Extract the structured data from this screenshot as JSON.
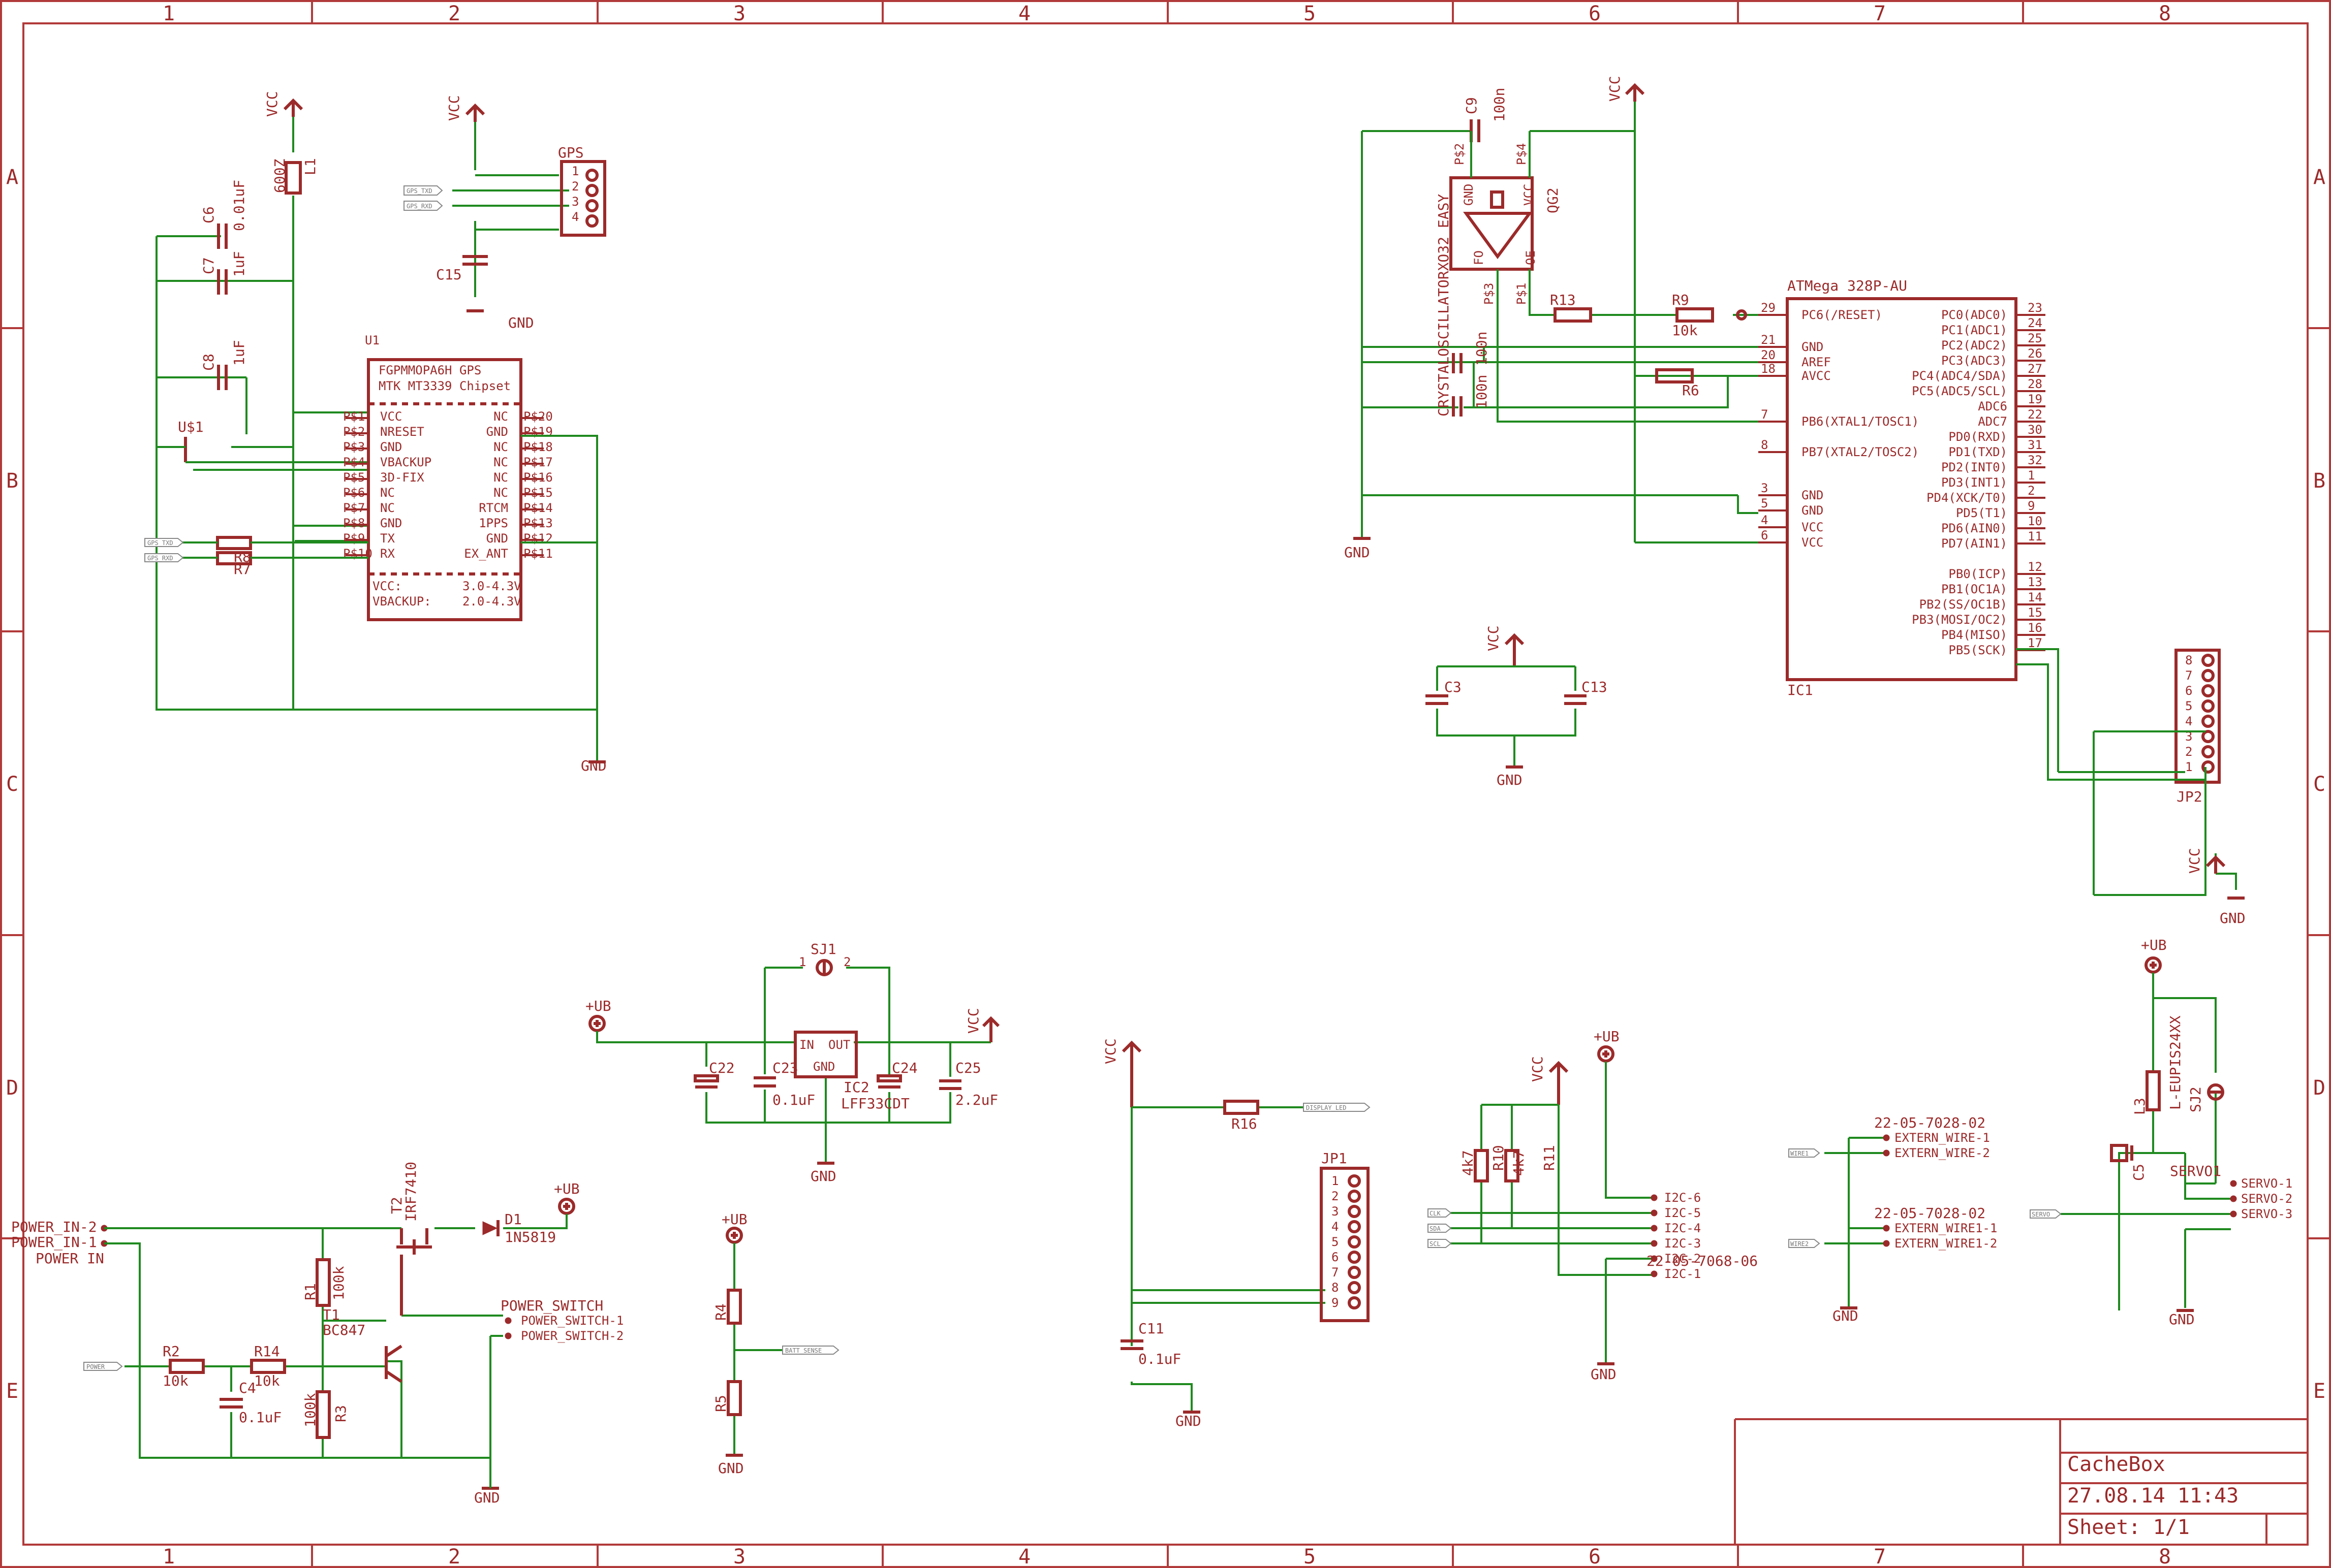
{
  "title_block": {
    "name": "CacheBox",
    "date": "27.08.14 11:43",
    "sheet": "Sheet: 1/1"
  },
  "grid": {
    "columns": [
      "1",
      "2",
      "3",
      "4",
      "5",
      "6",
      "7",
      "8"
    ],
    "rows": [
      "A",
      "B",
      "C",
      "D",
      "E"
    ]
  },
  "power": {
    "vcc": "VCC",
    "gnd": "GND",
    "ub": "+UB"
  },
  "gps_block": {
    "l1": "L1",
    "l1_val": "600Z",
    "c6": "C6",
    "c6_val": "0.01uF",
    "c7": "C7",
    "c7_val": "1uF",
    "c8": "C8",
    "c8_val": "1uF",
    "us1": "U$1",
    "u1": "U1",
    "r7": "R7",
    "r8": "R8",
    "c15": "C15",
    "gps_conn": "GPS",
    "gps_pins": [
      "1",
      "2",
      "3",
      "4"
    ],
    "gps_labels": [
      "GPS_TXD",
      "GPS_RXD"
    ],
    "ic_title1": "FGPMMOPA6H GPS",
    "ic_title2": "MTK MT3339 Chipset",
    "left_pins": [
      "P$1",
      "P$2",
      "P$3",
      "P$4",
      "P$5",
      "P$6",
      "P$7",
      "P$8",
      "P$9",
      "P$10"
    ],
    "left_names": [
      "VCC",
      "NRESET",
      "GND",
      "VBACKUP",
      "3D-FIX",
      "NC",
      "NC",
      "GND",
      "TX",
      "RX"
    ],
    "right_pins": [
      "P$20",
      "P$19",
      "P$18",
      "P$17",
      "P$16",
      "P$15",
      "P$14",
      "P$13",
      "P$12",
      "P$11"
    ],
    "right_names": [
      "NC",
      "GND",
      "NC",
      "NC",
      "NC",
      "NC",
      "RTCM",
      "1PPS",
      "GND",
      "EX_ANT"
    ],
    "vcc_spec": "VCC:",
    "vcc_range": "3.0-4.3V",
    "vbackup_spec": "VBACKUP:",
    "vbackup_range": "2.0-4.3V",
    "rx_labels": [
      "GPS_TXD",
      "GPS_RXD"
    ]
  },
  "mcu_block": {
    "name": "ATMega 328P-AU",
    "ref": "IC1",
    "left": [
      {
        "name": "PC6(/RESET)",
        "num": "29"
      },
      {
        "name": "GND",
        "num": "21"
      },
      {
        "name": "AREF",
        "num": "20"
      },
      {
        "name": "AVCC",
        "num": "18"
      },
      {
        "name": "PB6(XTAL1/TOSC1)",
        "num": "7"
      },
      {
        "name": "PB7(XTAL2/TOSC2)",
        "num": "8"
      },
      {
        "name": "GND",
        "num": "3"
      },
      {
        "name": "GND",
        "num": "5"
      },
      {
        "name": "VCC",
        "num": "4"
      },
      {
        "name": "VCC",
        "num": "6"
      }
    ],
    "right": [
      {
        "name": "PC0(ADC0)",
        "num": "23"
      },
      {
        "name": "PC1(ADC1)",
        "num": "24"
      },
      {
        "name": "PC2(ADC2)",
        "num": "25"
      },
      {
        "name": "PC3(ADC3)",
        "num": "26"
      },
      {
        "name": "PC4(ADC4/SDA)",
        "num": "27"
      },
      {
        "name": "PC5(ADC5/SCL)",
        "num": "28"
      },
      {
        "name": "ADC6",
        "num": "19"
      },
      {
        "name": "ADC7",
        "num": "22"
      },
      {
        "name": "PD0(RXD)",
        "num": "30"
      },
      {
        "name": "PD1(TXD)",
        "num": "31"
      },
      {
        "name": "PD2(INT0)",
        "num": "32"
      },
      {
        "name": "PD3(INT1)",
        "num": "1"
      },
      {
        "name": "PD4(XCK/T0)",
        "num": "2"
      },
      {
        "name": "PD5(T1)",
        "num": "9"
      },
      {
        "name": "PD6(AIN0)",
        "num": "10"
      },
      {
        "name": "PD7(AIN1)",
        "num": "11"
      },
      {
        "name": "PB0(ICP)",
        "num": "12"
      },
      {
        "name": "PB1(OC1A)",
        "num": "13"
      },
      {
        "name": "PB2(SS/OC1B)",
        "num": "14"
      },
      {
        "name": "PB3(MOSI/OC2)",
        "num": "15"
      },
      {
        "name": "PB4(MISO)",
        "num": "16"
      },
      {
        "name": "PB5(SCK)",
        "num": "17"
      }
    ],
    "c9": "C9",
    "c9_val": "100n",
    "qg2": "QG2",
    "osc_label": "CRYSTALOSCILLATORXO32_EASY",
    "osc_pins": [
      "P$2",
      "P$4",
      "P$1",
      "P$3"
    ],
    "osc_inner": [
      "GND",
      "VCC",
      "FO",
      "OE"
    ],
    "r13": "R13",
    "r9": "R9",
    "r9_val": "10k",
    "r6": "R6",
    "c_aref": "100n",
    "c_aref2": "100n",
    "c3": "C3",
    "c13": "C13",
    "jp2": "JP2",
    "jp2_pins": [
      "8",
      "7",
      "6",
      "5",
      "4",
      "3",
      "2",
      "1"
    ]
  },
  "regulator_block": {
    "sj1": "SJ1",
    "sj_pins": [
      "1",
      "2"
    ],
    "ic2": "IC2",
    "ic2_val": "LFF33CDT",
    "in": "IN",
    "out": "OUT",
    "gnd": "GND",
    "c22": "C22",
    "c23": "C23",
    "c23_val": "0.1uF",
    "c24": "C24",
    "c25": "C25",
    "c25_val": "2.2uF"
  },
  "power_in_block": {
    "conn": "POWER IN",
    "pins": [
      "POWER_IN-2",
      "POWER_IN-1"
    ],
    "t2": "T2",
    "t2_val": "IRF7410",
    "d1": "D1",
    "d1_val": "1N5819",
    "r1": "R1",
    "r1_val": "100k",
    "t1": "T1",
    "t1_val": "BC847",
    "r2": "R2",
    "r2_val": "10k",
    "r14": "R14",
    "r14_val": "10k",
    "c4": "C4",
    "c4_val": "0.1uF",
    "r3": "R3",
    "r3_val": "100k",
    "switch": "POWER_SWITCH",
    "switch_pins": [
      "POWER_SWITCH-1",
      "POWER_SWITCH-2"
    ]
  },
  "batt_block": {
    "r4": "R4",
    "r5": "R5"
  },
  "display_block": {
    "r16": "R16",
    "c11": "C11",
    "c11_val": "0.1uF",
    "jp1": "JP1",
    "jp1_pins": [
      "1",
      "2",
      "3",
      "4",
      "5",
      "6",
      "7",
      "8",
      "9"
    ]
  },
  "i2c_block": {
    "r10": "R10",
    "r10_val": "4k7",
    "r11": "R11",
    "r11_val": "4k7",
    "conn": "22-05-7068-06",
    "pins": [
      "I2C-6",
      "I2C-5",
      "I2C-4",
      "I2C-3",
      "I2C-2",
      "I2C-1"
    ]
  },
  "extern_block": {
    "conn1": "22-05-7028-02",
    "pins1": [
      "EXTERN_WIRE-1",
      "EXTERN_WIRE-2"
    ],
    "conn2": "22-05-7028-02",
    "pins2": [
      "EXTERN_WIRE1-1",
      "EXTERN_WIRE1-2"
    ]
  },
  "servo_block": {
    "l3": "L3",
    "l3_val": "L-EUPIS24XX",
    "sj2": "SJ2",
    "c5": "C5",
    "servo": "SERVO1",
    "pins": [
      "SERVO-1",
      "SERVO-2",
      "SERVO-3"
    ]
  }
}
